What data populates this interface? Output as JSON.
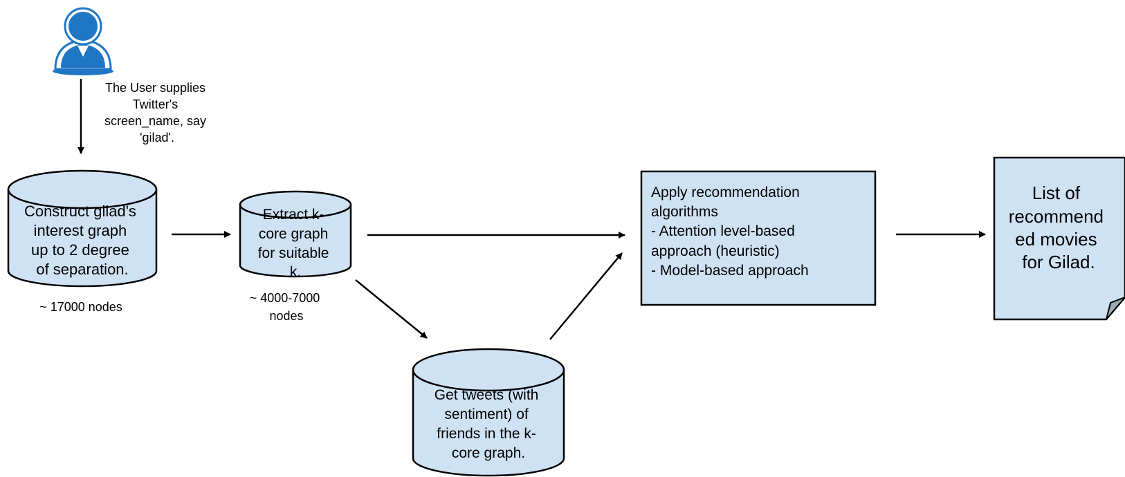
{
  "diagram": {
    "user": {
      "icon": "user-icon",
      "caption_lines": [
        "The User supplies",
        "Twitter's",
        "screen_name, say",
        "'gilad'."
      ]
    },
    "interest_graph": {
      "lines": [
        "Construct gilad's",
        "interest graph",
        "up to 2 degree",
        "of separation."
      ],
      "size_note": "~ 17000 nodes"
    },
    "kcore": {
      "lines": [
        "Extract k-",
        "core graph",
        "for suitable",
        "k."
      ],
      "size_note_lines": [
        "~ 4000-7000",
        "nodes"
      ]
    },
    "tweets": {
      "lines": [
        "Get tweets (with",
        "sentiment) of",
        "friends in the k-",
        "core graph."
      ]
    },
    "recommend": {
      "lines": [
        "Apply recommendation",
        "algorithms",
        "- Attention level-based",
        "approach (heuristic)",
        "- Model-based approach"
      ]
    },
    "output": {
      "lines": [
        "List of",
        "recommend",
        "ed movies",
        "for Gilad."
      ]
    },
    "colors": {
      "node_fill": "#cfe2f3",
      "icon_blue": "#1f77c4",
      "stroke": "#000000"
    }
  }
}
